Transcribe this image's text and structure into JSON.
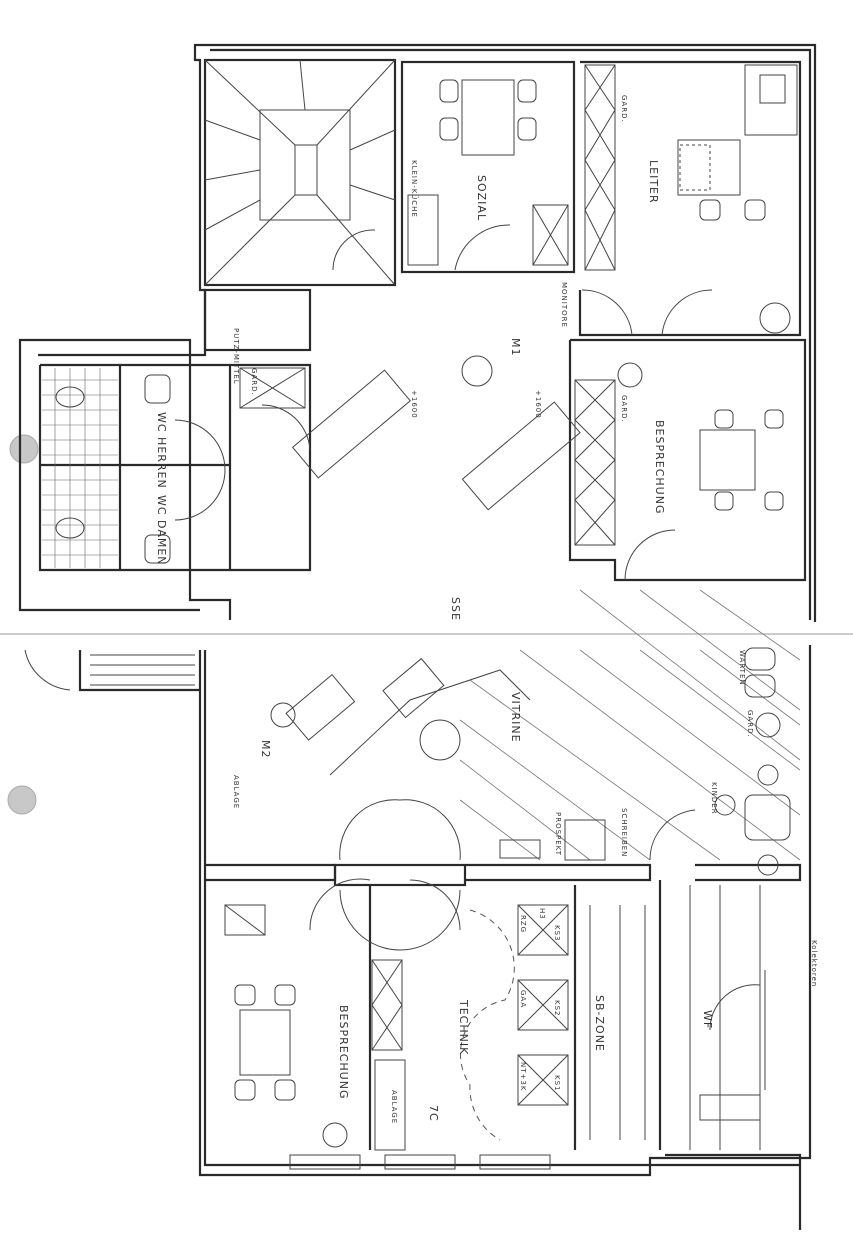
{
  "plan": {
    "top_floor": {
      "rooms": {
        "putzmittel": "PUTZ-MITTEL",
        "wc_herren": "WC HERREN",
        "wc_damen": "WC DAMEN",
        "gard_wc": "GARD.",
        "kleinkueche": "KLEIN-KÜCHE",
        "sozial": "SOZIAL",
        "leiter": "LEITER",
        "gard_leiter": "GARD.",
        "gard_besprechung": "GARD.",
        "besprechung": "BESPRECHUNG",
        "monitore": "MONITORE",
        "m1": "M1",
        "dim_1": "+1600",
        "dim_2": "+1600",
        "sse": "SSE"
      }
    },
    "bottom_floor": {
      "rooms": {
        "m2": "M2",
        "ablage_left": "ABLAGE",
        "vitrine": "VITRINE",
        "warten": "WARTEN",
        "gard": "GARD.",
        "kinder": "KINDER",
        "prospekt": "PROSPEKT",
        "schreiben": "SCHREIBEN",
        "besprechung": "BESPRECHUNG",
        "technik": "TECHNIK",
        "ablage": "ABLAGE",
        "room_code": "7C",
        "sb_zone": "SB-ZONE",
        "wf": "WF",
        "rzg": "RZG",
        "gaa": "GAA",
        "nt": "NT+3K",
        "ks3": "KS3",
        "ks2": "KS2",
        "ks1": "KS1",
        "h3": "H3",
        "kolektoren": "Kolektoren"
      }
    }
  }
}
